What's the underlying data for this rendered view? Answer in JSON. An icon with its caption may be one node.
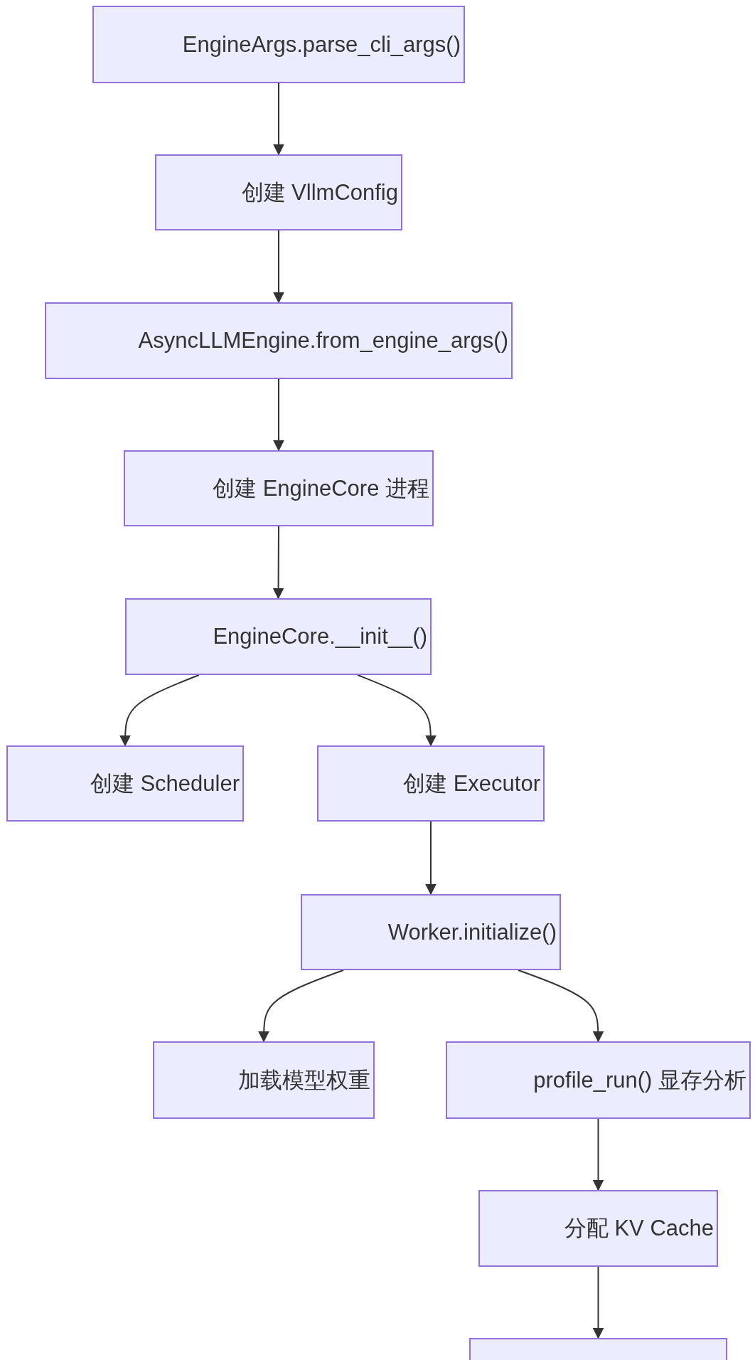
{
  "diagram": {
    "nodes": [
      {
        "text": [
          "EngineArgs.parse_cli_args()"
        ]
      },
      {
        "text": [
          "创建 VllmConfig"
        ]
      },
      {
        "text": [
          "AsyncLLMEngine.from_engine_args()"
        ]
      },
      {
        "text": [
          "创建 EngineCore 进程"
        ]
      },
      {
        "text": [
          "EngineCore.__init__()"
        ]
      },
      {
        "text": [
          "创建 Scheduler"
        ]
      },
      {
        "text": [
          "创建 Executor"
        ]
      },
      {
        "text": [
          "Worker.initialize()"
        ]
      },
      {
        "text": [
          "加载模型权重"
        ]
      },
      {
        "text": [
          "profile_run() 显存分析"
        ]
      },
      {
        "text": [
          "分配 KV Cache"
        ]
      },
      {
        "text": [],
        "shape": "box"
      }
    ],
    "edges": [
      {
        "from": 0,
        "to": 1,
        "arrow": "to"
      },
      {
        "from": 1,
        "to": 2,
        "arrow": "to"
      },
      {
        "from": 2,
        "to": 3,
        "arrow": "to"
      },
      {
        "from": 3,
        "to": 4,
        "arrow": "to"
      },
      {
        "from": 4,
        "to": 5,
        "arrow": "to"
      },
      {
        "from": 4,
        "to": 6,
        "arrow": "to"
      },
      {
        "from": 6,
        "to": 7,
        "arrow": "to"
      },
      {
        "from": 7,
        "to": 8,
        "arrow": "to"
      },
      {
        "from": 7,
        "to": 9,
        "arrow": "to"
      },
      {
        "from": 9,
        "to": 10,
        "arrow": "to"
      },
      {
        "from": 10,
        "to": 11,
        "arrow": "to"
      }
    ]
  }
}
